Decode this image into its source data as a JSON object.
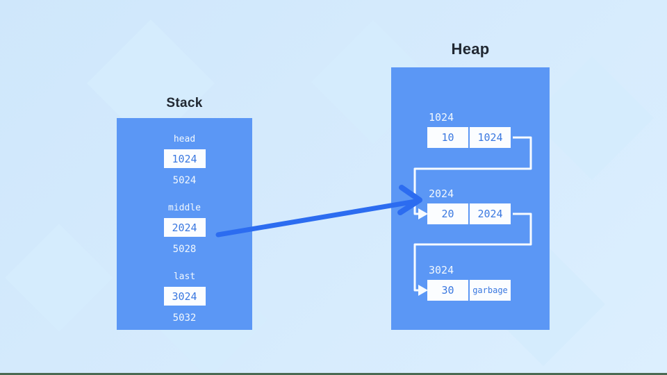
{
  "stack": {
    "title": "Stack",
    "entries": [
      {
        "name": "head",
        "value": "1024",
        "address": "5024"
      },
      {
        "name": "middle",
        "value": "2024",
        "address": "5028"
      },
      {
        "name": "last",
        "value": "3024",
        "address": "5032"
      }
    ]
  },
  "heap": {
    "title": "Heap",
    "nodes": [
      {
        "address": "1024",
        "value": "10",
        "next": "1024"
      },
      {
        "address": "2024",
        "value": "20",
        "next": "2024"
      },
      {
        "address": "3024",
        "value": "30",
        "next": "garbage"
      }
    ]
  },
  "pointers": {
    "stack_to_heap": {
      "from": "middle",
      "to": "2024"
    },
    "node_chain": [
      {
        "from": "1024",
        "to": "2024"
      },
      {
        "from": "2024",
        "to": "3024"
      }
    ]
  },
  "colors": {
    "panel_blue": "#5b97f5",
    "pointer_arrow_blue": "#2c6cf0",
    "box_text_blue": "#3a78e0",
    "background_light_blue": "#d3e9fc",
    "connector_white": "#f7fbff",
    "title_text": "#212832",
    "bottom_edge_strip": "#4a6a52"
  }
}
